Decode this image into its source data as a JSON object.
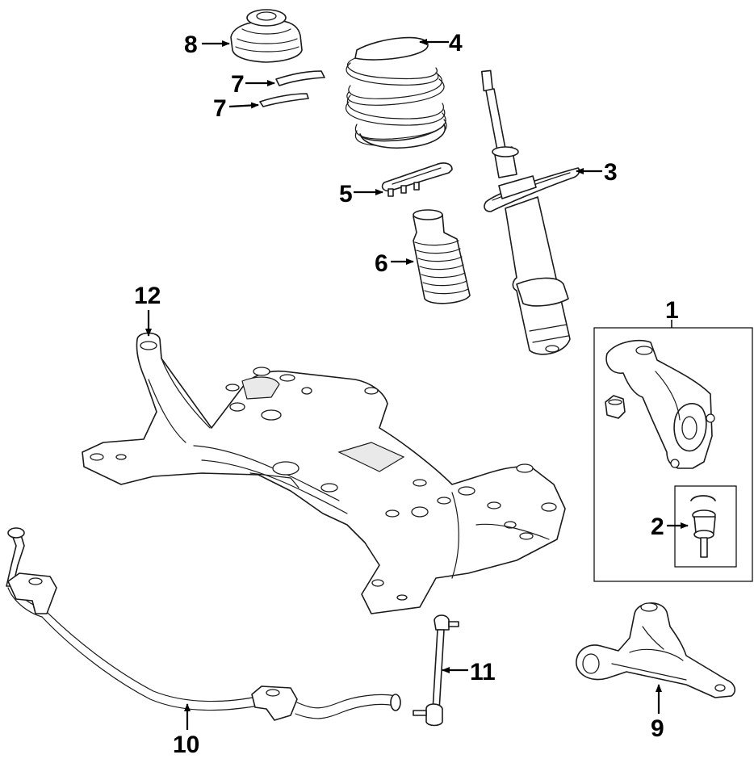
{
  "callouts": {
    "c1": "1",
    "c2": "2",
    "c3": "3",
    "c4": "4",
    "c5": "5",
    "c6": "6",
    "c7a": "7",
    "c7b": "7",
    "c8": "8",
    "c9": "9",
    "c10": "10",
    "c11": "11",
    "c12": "12"
  }
}
